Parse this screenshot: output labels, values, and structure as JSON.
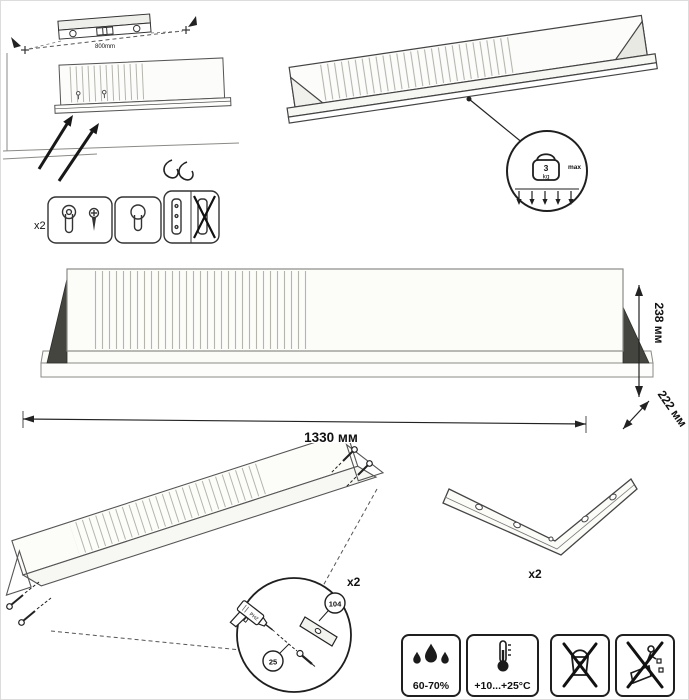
{
  "page": {
    "background": "#ffffff",
    "border": "#dcdcdc"
  },
  "colors": {
    "line": "#3c3c3c",
    "dark_bracket": "#45453f",
    "groove": "#b5b5ae",
    "prohibition": "#111111"
  },
  "mounting": {
    "distance_label": "800mm",
    "hardware_count": "x2"
  },
  "load_limit": {
    "value": "3",
    "unit": "kg",
    "qualifier": "max"
  },
  "dimensions": {
    "width": "1330 мм",
    "height": "238 мм",
    "depth": "222 мм"
  },
  "assembly": {
    "count": "x2",
    "bit": "PH2",
    "screw_ref": "104",
    "bracket_ref": "25"
  },
  "bracket_part": {
    "count": "x2"
  },
  "care": {
    "humidity": "60-70%",
    "temperature": "+10...+25°C"
  },
  "icons": [
    "spirit-level",
    "keyhole-hanger",
    "keyhole-slot",
    "wall-hook",
    "weight-3kg-max",
    "water-drops",
    "thermometer",
    "no-washing",
    "no-climbing",
    "drill-ph2",
    "screw",
    "mounting-bracket"
  ]
}
